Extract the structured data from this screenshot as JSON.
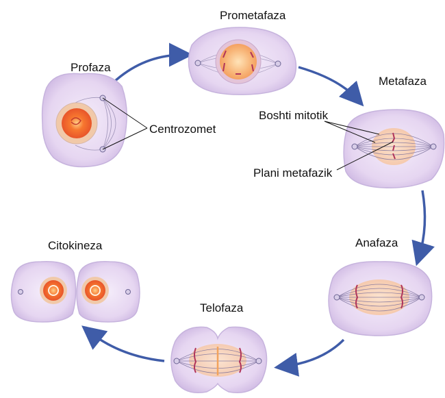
{
  "phases": {
    "prophase": "Profaza",
    "prometaphase": "Prometafaza",
    "metaphase": "Metafaza",
    "anaphase": "Anafaza",
    "telophase": "Telofaza",
    "cytokinesis": "Citokineza"
  },
  "annotations": {
    "centrosomes": "Centrozomet",
    "spindle": "Boshti mitotik",
    "metaphase_plate": "Plani metafazik"
  },
  "colors": {
    "cell_fill": "#e9dcf3",
    "cell_stroke": "#c6b3dd",
    "nucleus_orange": "#f2853a",
    "arrow": "#3f5ca8"
  }
}
